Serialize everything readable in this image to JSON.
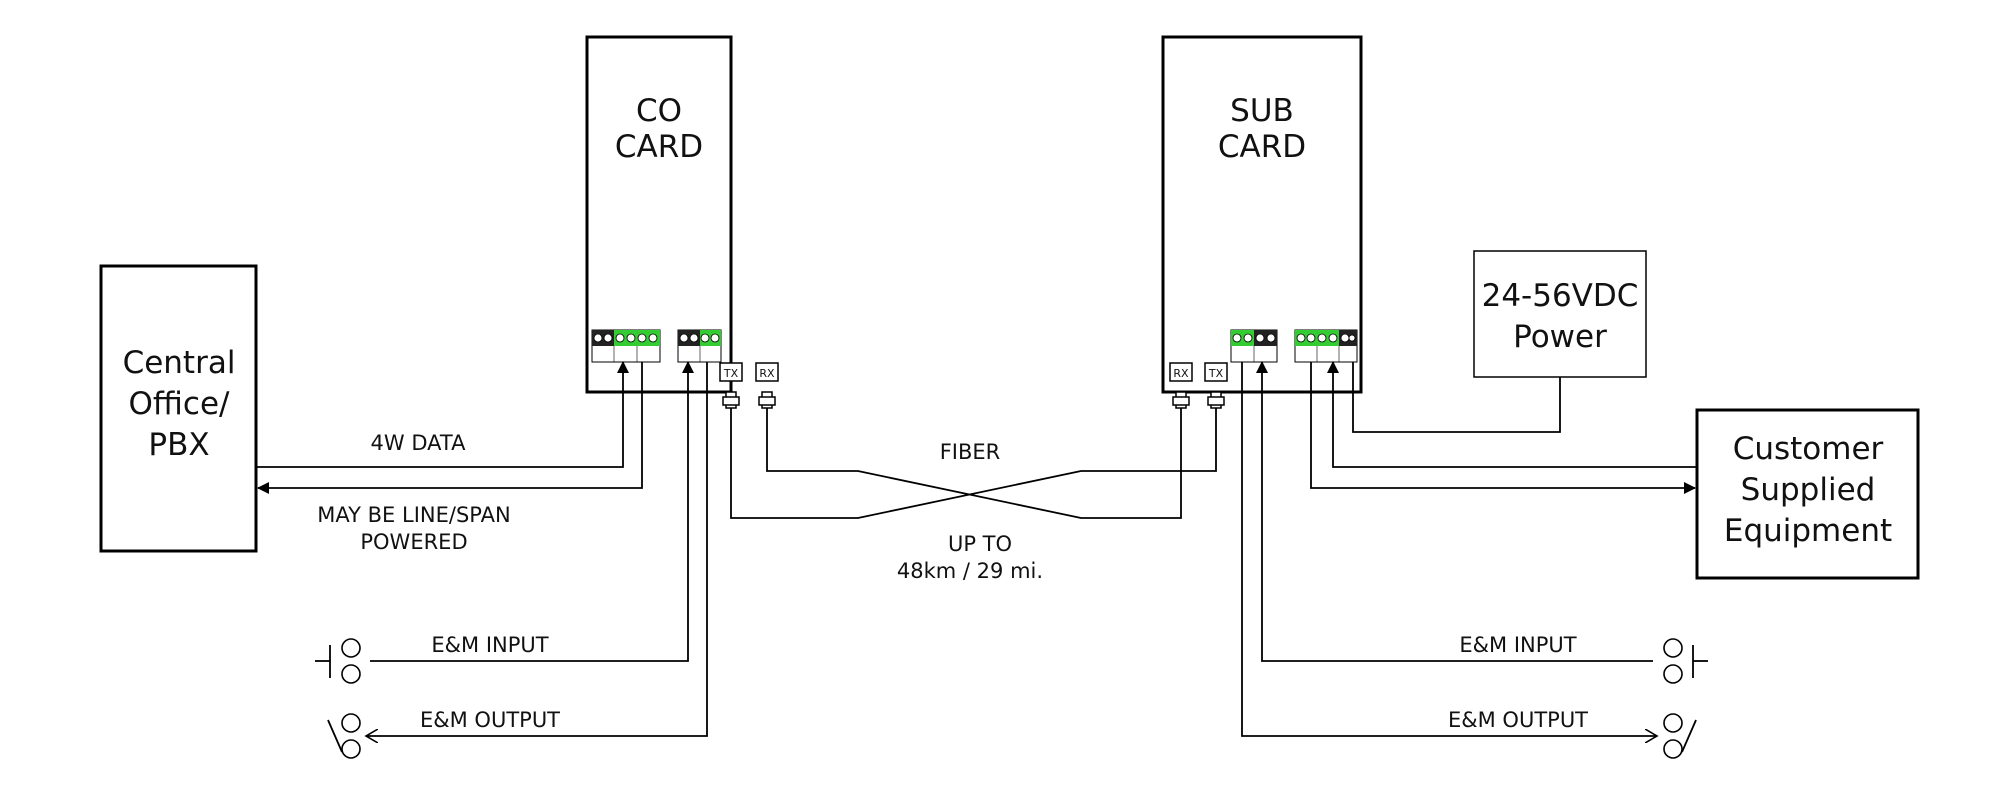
{
  "co_card": {
    "line1": "CO",
    "line2": "CARD"
  },
  "sub_card": {
    "line1": "SUB",
    "line2": "CARD"
  },
  "central_office": {
    "line1": "Central",
    "line2": "Office/",
    "line3": "PBX"
  },
  "power": {
    "line1": "24-56VDC",
    "line2": "Power"
  },
  "customer": {
    "line1": "Customer",
    "line2": "Supplied",
    "line3": "Equipment"
  },
  "labels": {
    "data_4w": "4W DATA",
    "may_be_1": "MAY BE LINE/SPAN",
    "may_be_2": "POWERED",
    "fiber": "FIBER",
    "up_to_1": "UP TO",
    "up_to_2": "48km / 29 mi.",
    "em_input_left": "E&M INPUT",
    "em_output_left": "E&M OUTPUT",
    "em_input_right": "E&M INPUT",
    "em_output_right": "E&M OUTPUT"
  },
  "ports": {
    "co_tx": "TX",
    "co_rx": "RX",
    "sub_rx": "RX",
    "sub_tx": "TX"
  },
  "colors": {
    "terminal_green": "#33cc33",
    "terminal_black": "#222222",
    "line": "#000000"
  }
}
